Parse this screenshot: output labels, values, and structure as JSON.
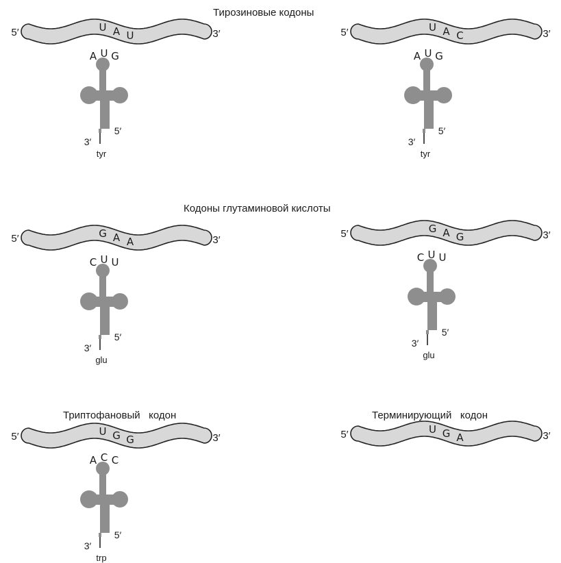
{
  "section_titles": {
    "tyrosine": "Тирозиновые кодоны",
    "glutamic": "Кодоны глутаминовой кислоты",
    "tryptophan": "Триптофановый   кодон",
    "termination": "Терминирующий   кодон"
  },
  "mrna_end_labels": {
    "five_prime": "5′",
    "three_prime": "3′"
  },
  "trna_end_labels": {
    "three_prime": "3′",
    "five_prime": "5′"
  },
  "panels": [
    {
      "id": "tyr-uau",
      "codon": [
        "U",
        "A",
        "U"
      ],
      "anticodon": [
        "A",
        "U",
        "G"
      ],
      "amino_acid": "tyr"
    },
    {
      "id": "tyr-uac",
      "codon": [
        "U",
        "A",
        "C"
      ],
      "anticodon": [
        "A",
        "U",
        "G"
      ],
      "amino_acid": "tyr"
    },
    {
      "id": "glu-gaa",
      "codon": [
        "G",
        "A",
        "A"
      ],
      "anticodon": [
        "C",
        "U",
        "U"
      ],
      "amino_acid": "glu"
    },
    {
      "id": "glu-gag",
      "codon": [
        "G",
        "A",
        "G"
      ],
      "anticodon": [
        "C",
        "U",
        "U"
      ],
      "amino_acid": "glu"
    },
    {
      "id": "trp-ugg",
      "codon": [
        "U",
        "G",
        "G"
      ],
      "anticodon": [
        "A",
        "C",
        "C"
      ],
      "amino_acid": "trp"
    },
    {
      "id": "stop-uga",
      "codon": [
        "U",
        "G",
        "A"
      ],
      "anticodon": null,
      "amino_acid": null
    }
  ],
  "colors": {
    "mrna_fill": "#d8d8d8",
    "trna_fill": "#8e8e8e",
    "outline": "#222222"
  }
}
